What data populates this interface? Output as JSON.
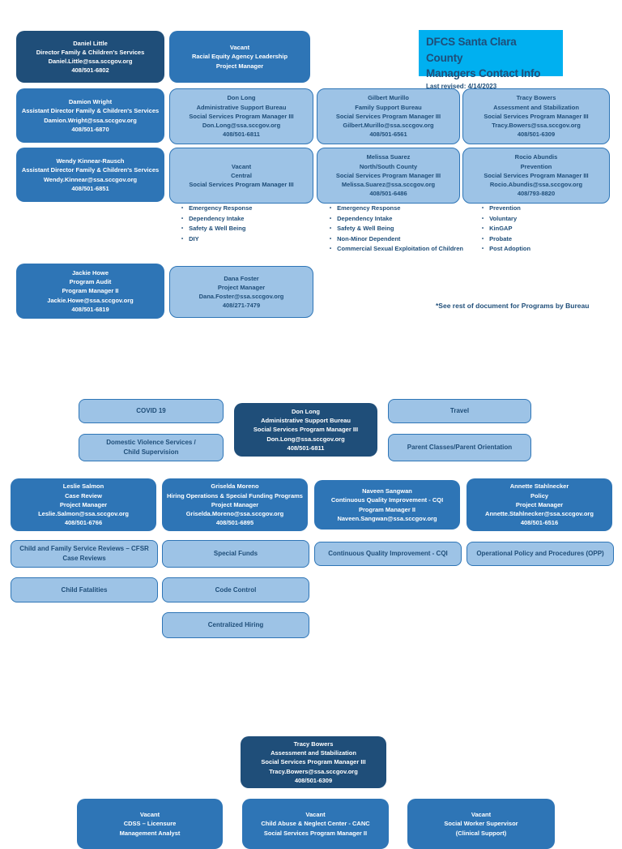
{
  "header": {
    "title_line1": "DFCS Santa Clara County",
    "title_line2": "Managers Contact Info",
    "revised": "Last revised: 4/14/2023"
  },
  "footnote": "*See rest of document for Programs by Bureau",
  "colors": {
    "dark_navy": "#1f4e79",
    "medium_blue": "#2e75b6",
    "light_blue": "#9dc3e6",
    "header_cyan": "#00b0f0"
  },
  "org_boxes": {
    "daniel_little": {
      "lines": [
        "Daniel Little",
        "Director Family & Children's Services",
        "Daniel.Little@ssa.sccgov.org",
        "408/501-6802"
      ]
    },
    "vacant_racial_equity": {
      "lines": [
        "Vacant",
        "Racial Equity Agency Leadership",
        "Project Manager"
      ]
    },
    "damion_wright": {
      "lines": [
        "Damion Wright",
        "Assistant Director Family & Children's Services",
        "Damion.Wright@ssa.sccgov.org",
        "408/501-6870"
      ]
    },
    "don_long": {
      "lines": [
        "Don Long",
        "Administrative Support Bureau",
        "Social Services Program Manager III",
        "Don.Long@ssa.sccgov.org",
        "408/501-6811"
      ]
    },
    "gilbert_murillo": {
      "lines": [
        "Gilbert Murillo",
        "Family Support Bureau",
        "Social Services Program Manager III",
        "Gilbert.Murillo@ssa.sccgov.org",
        "408/501-6561"
      ]
    },
    "tracy_bowers": {
      "lines": [
        "Tracy Bowers",
        "Assessment and Stabilization",
        "Social Services Program Manager III",
        "Tracy.Bowers@ssa.sccgov.org",
        "408/501-6309"
      ]
    },
    "wendy_kinnear": {
      "lines": [
        "Wendy Kinnear-Rausch",
        "Assistant Director Family & Children's Services",
        "Wendy.Kinnear@ssa.sccgov.org",
        "408/501-6851"
      ]
    },
    "vacant_central": {
      "lines": [
        "Vacant",
        "Central",
        "Social Services Program Manager III"
      ]
    },
    "melissa_suarez": {
      "lines": [
        "Melissa Suarez",
        "North/South County",
        "Social Services Program Manager III",
        "Melissa.Suarez@ssa.sccgov.org",
        "408/501-6486"
      ]
    },
    "rocio_abundis": {
      "lines": [
        "Rocio Abundis",
        "Prevention",
        "Social Services Program Manager III",
        "Rocio.Abundis@ssa.sccgov.org",
        "408/793-8820"
      ]
    },
    "jackie_howe": {
      "lines": [
        "Jackie Howe",
        "Program Audit",
        "Program Manager II",
        "Jackie.Howe@ssa.sccgov.org",
        "408/501-6819"
      ]
    },
    "dana_foster": {
      "lines": [
        "Dana Foster",
        "Project Manager",
        "Dana.Foster@ssa.sccgov.org",
        "408/271-7479"
      ]
    },
    "don_long_center": {
      "lines": [
        "Don Long",
        "Administrative Support Bureau",
        "Social Services Program Manager III",
        "Don.Long@ssa.sccgov.org",
        "408/501-6811"
      ]
    },
    "leslie_salmon": {
      "lines": [
        "Leslie Salmon",
        "Case Review",
        "Project Manager",
        "Leslie.Salmon@ssa.sccgov.org",
        "408/501-6766"
      ]
    },
    "griselda_moreno": {
      "lines": [
        "Griselda Moreno",
        "Hiring Operations & Special Funding Programs",
        "Project Manager",
        "Griselda.Moreno@ssa.sccgov.org",
        "408/501-6895"
      ]
    },
    "naveen_sangwan": {
      "lines": [
        "Naveen Sangwan",
        "Continuous Quality Improvement - CQI",
        "Program Manager II",
        "Naveen.Sangwan@ssa.sccgov.org"
      ]
    },
    "annette_stahlnecker": {
      "lines": [
        "Annette Stahlnecker",
        "Policy",
        "Project Manager",
        "Annette.Stahlnecker@ssa.sccgov.org",
        "408/501-6516"
      ]
    },
    "tracy_bowers_bottom": {
      "lines": [
        "Tracy Bowers",
        "Assessment and Stabilization",
        "Social Services Program Manager III",
        "Tracy.Bowers@ssa.sccgov.org",
        "408/501-6309"
      ]
    },
    "vacant_cdss": {
      "lines": [
        "Vacant",
        "CDSS – Licensure",
        "Management Analyst"
      ]
    },
    "vacant_canc": {
      "lines": [
        "Vacant",
        "Child Abuse & Neglect Center - CANC",
        "Social Services Program Manager II"
      ]
    },
    "vacant_sws": {
      "lines": [
        "Vacant",
        "Social Worker Supervisor",
        "(Clinical Support)"
      ]
    }
  },
  "label_boxes": {
    "covid": {
      "lines": [
        "COVID 19"
      ]
    },
    "travel": {
      "lines": [
        "Travel"
      ]
    },
    "domestic_violence": {
      "lines": [
        "Domestic Violence Services /",
        "Child Supervision"
      ]
    },
    "parent_classes": {
      "lines": [
        "Parent Classes/Parent Orientation"
      ]
    },
    "cfsr": {
      "lines": [
        "Child and Family Service Reviews – CFSR",
        "Case Reviews"
      ]
    },
    "special_funds": {
      "lines": [
        "Special Funds"
      ]
    },
    "cqi": {
      "lines": [
        "Continuous Quality Improvement - CQI"
      ]
    },
    "opp": {
      "lines": [
        "Operational Policy and Procedures (OPP)"
      ]
    },
    "child_fatalities": {
      "lines": [
        "Child Fatalities"
      ]
    },
    "code_control": {
      "lines": [
        "Code Control"
      ]
    },
    "centralized_hiring": {
      "lines": [
        "Centralized Hiring"
      ]
    }
  },
  "bullet_lists": {
    "central_programs": [
      "Emergency Response",
      "Dependency Intake",
      "Safety & Well Being",
      "DIY"
    ],
    "north_south_programs": [
      "Emergency Response",
      "Dependency Intake",
      "Safety & Well Being",
      "Non-Minor Dependent",
      "Commercial Sexual Exploitation of Children"
    ],
    "prevention_programs": [
      "Prevention",
      "Voluntary",
      "KinGAP",
      "Probate",
      "Post Adoption"
    ]
  }
}
